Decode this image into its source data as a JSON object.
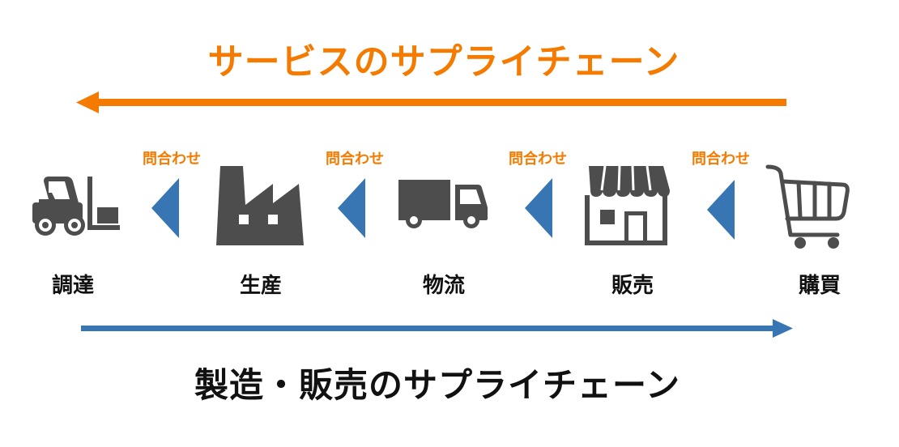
{
  "service_chain_title": "サービスのサプライチェーン",
  "manufacturing_chain_title": "製造・販売のサプライチェーン",
  "inquiry_labels": [
    "問合わせ",
    "問合わせ",
    "問合わせ",
    "問合わせ"
  ],
  "stages": [
    {
      "label": "調達",
      "icon": "forklift-icon"
    },
    {
      "label": "生産",
      "icon": "factory-icon"
    },
    {
      "label": "物流",
      "icon": "truck-icon"
    },
    {
      "label": "販売",
      "icon": "store-icon"
    },
    {
      "label": "購買",
      "icon": "shopping-cart-icon"
    }
  ],
  "colors": {
    "orange": "#F47A00",
    "blue": "#3776B2",
    "icon_gray": "#4D4D4D",
    "text": "#111111"
  }
}
